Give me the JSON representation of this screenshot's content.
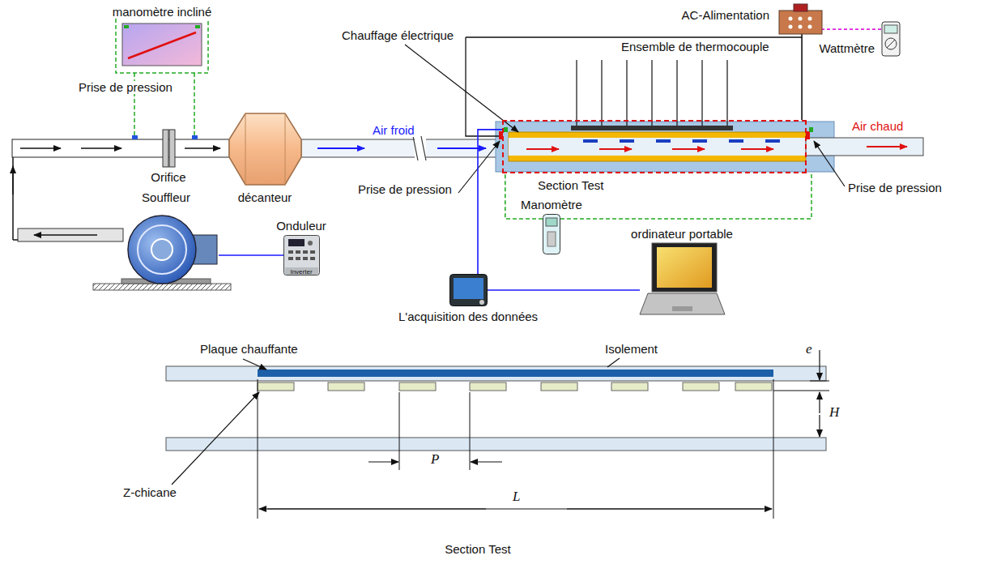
{
  "diagram": {
    "nodes": [
      {
        "text": [
          "manomètre incliné"
        ]
      },
      {
        "text": [
          "décanteur"
        ]
      },
      {
        "text": [
          "AC-Alimentation"
        ]
      },
      {
        "text": [
          "Wattmètre"
        ]
      },
      {
        "text": [
          "Section Test"
        ]
      },
      {
        "text": [
          "Souffleur"
        ]
      },
      {
        "text": [
          "Onduleur",
          "Inverter"
        ]
      },
      {
        "text": [
          "Manomètre"
        ]
      },
      {
        "text": [
          "L'acquisition des données"
        ]
      },
      {
        "text": [
          "ordinateur portable"
        ]
      }
    ],
    "edges": [
      {
        "from": 6,
        "to": 5,
        "arrow": "none"
      },
      {
        "from": 8,
        "to": 9,
        "arrow": "none"
      },
      {
        "from": 8,
        "to": 4,
        "arrow": "none"
      },
      {
        "from": 7,
        "to": 4,
        "arrow": "none"
      },
      {
        "from": 2,
        "to": 4,
        "arrow": "none"
      },
      {
        "from": 3,
        "to": 2,
        "arrow": "none"
      }
    ],
    "labels": [
      "Prise de pression",
      "Orifice",
      "Air froid",
      "Chauffage électrique",
      "Ensemble de thermocouple",
      "Air chaud",
      "Prise de pression",
      "Prise de pression",
      "Plaque chauffante",
      "Isolement",
      "e",
      "P",
      "H",
      "Z-chicane",
      "L",
      "Section Test"
    ]
  }
}
